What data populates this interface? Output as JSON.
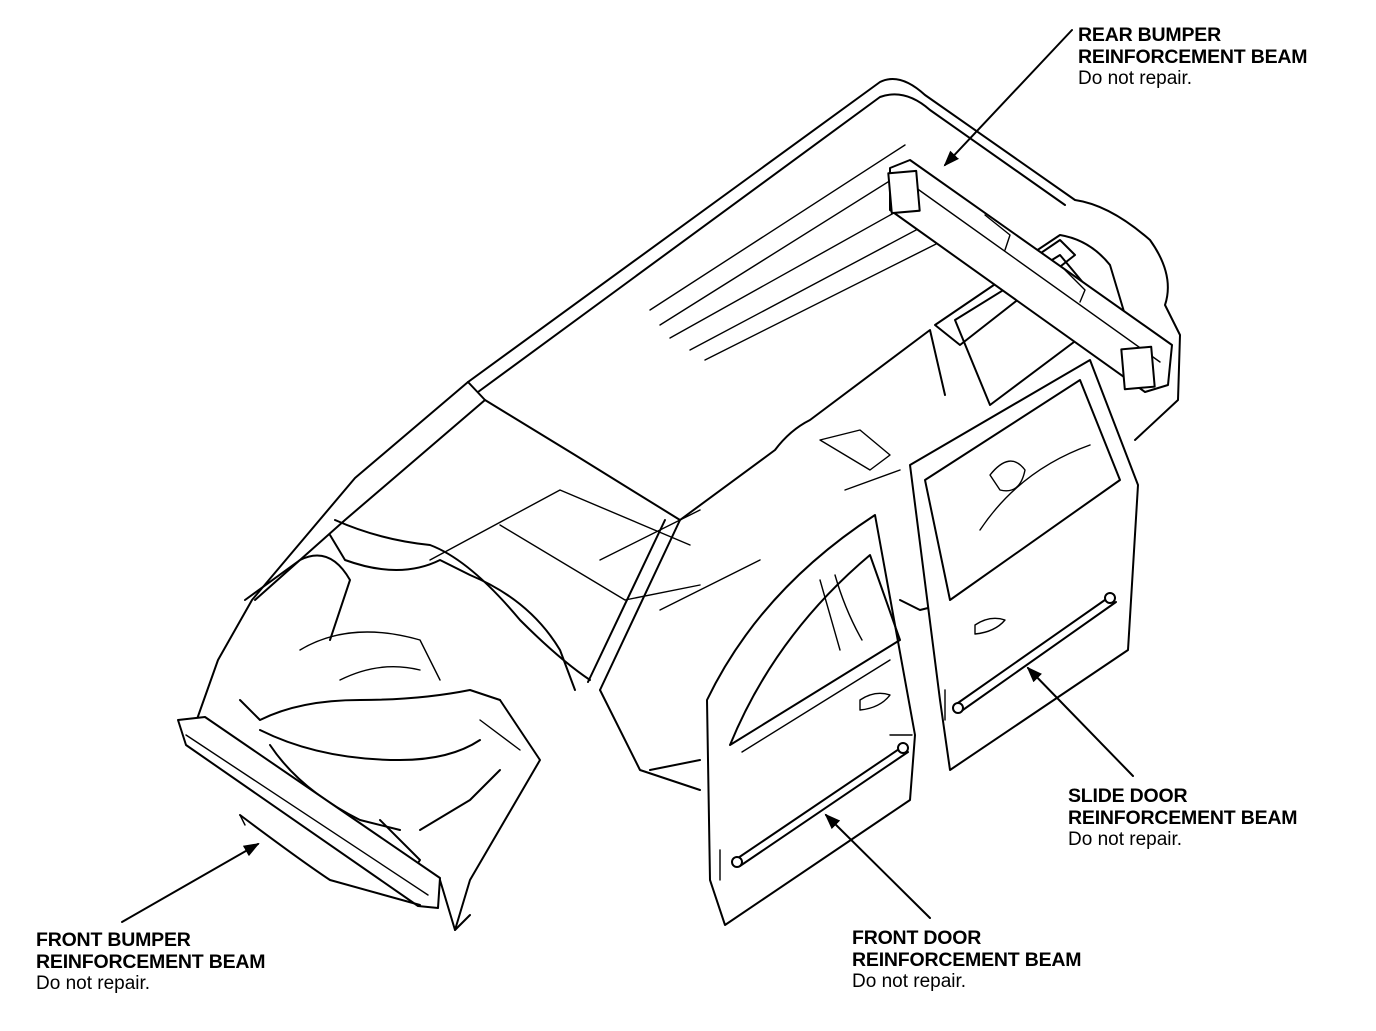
{
  "callouts": {
    "rear_bumper": {
      "line1": "REAR BUMPER",
      "line2": "REINFORCEMENT BEAM",
      "note": "Do not repair."
    },
    "slide_door": {
      "line1": "SLIDE DOOR",
      "line2": "REINFORCEMENT BEAM",
      "note": "Do not repair."
    },
    "front_door": {
      "line1": "FRONT DOOR",
      "line2": "REINFORCEMENT BEAM",
      "note": "Do not repair."
    },
    "front_bumper": {
      "line1": "FRONT BUMPER",
      "line2": "REINFORCEMENT BEAM",
      "note": "Do not repair."
    }
  },
  "colors": {
    "ink": "#000000",
    "background": "#ffffff"
  }
}
